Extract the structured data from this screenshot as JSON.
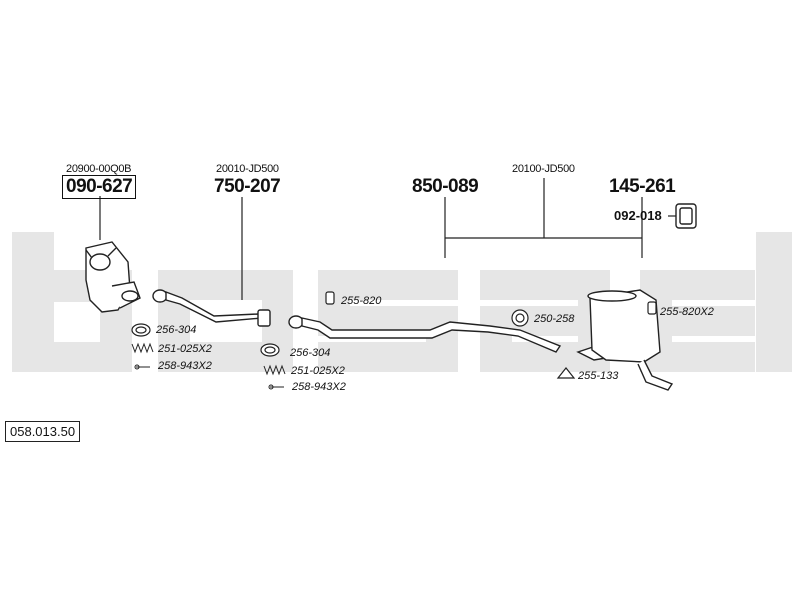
{
  "diagram": {
    "drawing_number": "058.013.50",
    "watermark": "bosal",
    "assemblies": [
      {
        "oem": "20900-00Q0B",
        "part": "090-627",
        "boxed": true
      },
      {
        "oem": "20010-JD500",
        "part": "750-207",
        "boxed": false
      },
      {
        "oem": "",
        "part": "850-089",
        "boxed": false
      },
      {
        "oem": "20100-JD500",
        "part": "145-261",
        "boxed": false
      },
      {
        "oem": "",
        "part": "092-018",
        "boxed": false
      }
    ],
    "accessories": [
      "256-304",
      "251-025X2",
      "258-943X2",
      "255-820",
      "256-304",
      "251-025X2",
      "258-943X2",
      "250-258",
      "255-820X2",
      "255-133"
    ]
  }
}
